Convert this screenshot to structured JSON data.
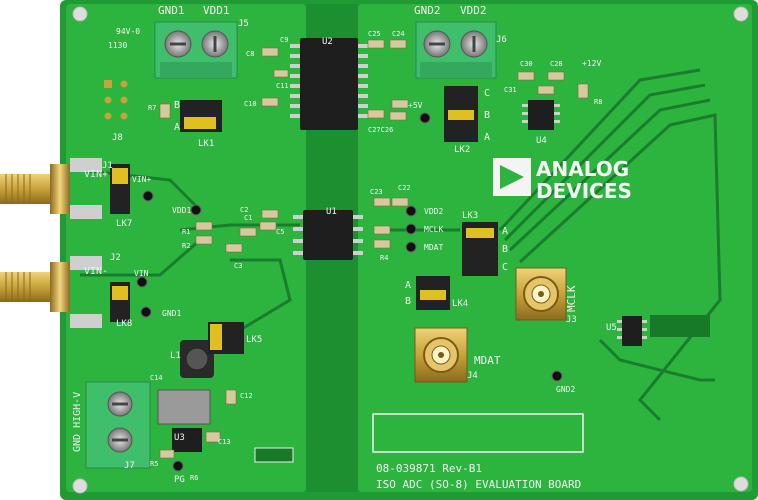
{
  "board": {
    "title": "ISO ADC (SO-8) EVALUATION BOARD",
    "part_number": "08-039871 Rev-B1",
    "logo_line1": "ANALOG",
    "logo_line2": "DEVICES",
    "rating": "94V-0",
    "date_code": "1130"
  },
  "labels": {
    "gnd1": "GND1",
    "vdd1": "VDD1",
    "gnd2": "GND2",
    "vdd2": "VDD2",
    "j5": "J5",
    "j6": "J6",
    "j8": "J8",
    "j7": "J7",
    "u1": "U1",
    "u2": "U2",
    "u3": "U3",
    "u4": "U4",
    "u5": "U5",
    "vin_plus": "VIN+",
    "vin_minus": "VIN-",
    "vin_plus_small": "VIN+",
    "vin_small": "VIN",
    "j1": "J1",
    "j2": "J2",
    "j3": "J3",
    "j4": "J4",
    "lk1": "LK1",
    "lk2": "LK2",
    "lk3": "LK3",
    "lk4": "LK4",
    "lk5": "LK5",
    "lk7": "LK7",
    "lk8": "LK8",
    "mclk": "MCLK",
    "mdat": "MDAT",
    "mclk_small": "MCLK",
    "mdat_small": "MDAT",
    "vdd2_small": "VDD2",
    "gnd1_small": "GND1",
    "gnd2_small": "GND2",
    "vdd1_small": "VDD1",
    "plus5v": "+5V",
    "plus12v": "+12V",
    "gnd_highv": "GND HIGH-V",
    "pg": "PG",
    "l1": "L1",
    "c1": "C1",
    "c2": "C2",
    "c3": "C3",
    "c5": "C5",
    "c8": "C8",
    "c9": "C9",
    "c10": "C10",
    "c11": "C11",
    "c12": "C12",
    "c13": "C13",
    "c14": "C14",
    "c22": "C22",
    "c23": "C23",
    "c24": "C24",
    "c25": "C25",
    "c26": "C27C26",
    "c28": "C28",
    "c30": "C30",
    "c31": "C31",
    "r1": "R1",
    "r2": "R2",
    "r4": "R4",
    "r5": "R5",
    "r6": "R6",
    "r7": "R7",
    "r8": "R8",
    "a": "A",
    "b": "B",
    "c": "C"
  },
  "colors": {
    "pcb": "#1f9a34",
    "pcb_light": "#2cb43f",
    "pcb_dark": "#177a28",
    "silk": "#f2f2f2",
    "gold": "#c8a23a",
    "terminal": "#3fbf6c",
    "chip": "#1e1e1e"
  }
}
